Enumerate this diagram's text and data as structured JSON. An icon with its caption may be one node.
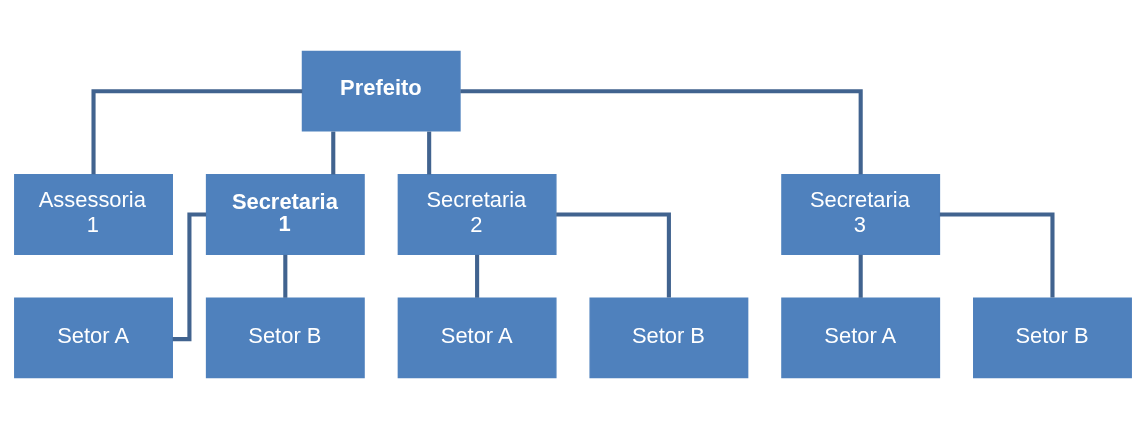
{
  "diagram": {
    "nodes": [
      {
        "text": [
          "Prefeito"
        ]
      },
      {
        "text": [
          "Assessoria 1"
        ]
      },
      {
        "text": [
          "Secretaria 1"
        ]
      },
      {
        "text": [
          "Secretaria 2"
        ]
      },
      {
        "text": [
          "Secretaria 3"
        ]
      },
      {
        "text": [
          "Setor A"
        ]
      },
      {
        "text": [
          "Setor B"
        ]
      },
      {
        "text": [
          "Setor A"
        ]
      },
      {
        "text": [
          "Setor B"
        ]
      },
      {
        "text": [
          "Setor A"
        ]
      },
      {
        "text": [
          "Setor B"
        ]
      }
    ],
    "edges": [
      {
        "from": 0,
        "to": 1,
        "arrow": "none"
      },
      {
        "from": 0,
        "to": 2,
        "arrow": "none"
      },
      {
        "from": 0,
        "to": 3,
        "arrow": "none"
      },
      {
        "from": 0,
        "to": 4,
        "arrow": "none"
      },
      {
        "from": 2,
        "to": 5,
        "arrow": "none"
      },
      {
        "from": 2,
        "to": 6,
        "arrow": "none"
      },
      {
        "from": 3,
        "to": 7,
        "arrow": "none"
      },
      {
        "from": 3,
        "to": 8,
        "arrow": "none"
      },
      {
        "from": 4,
        "to": 9,
        "arrow": "none"
      },
      {
        "from": 4,
        "to": 10,
        "arrow": "none"
      }
    ]
  }
}
